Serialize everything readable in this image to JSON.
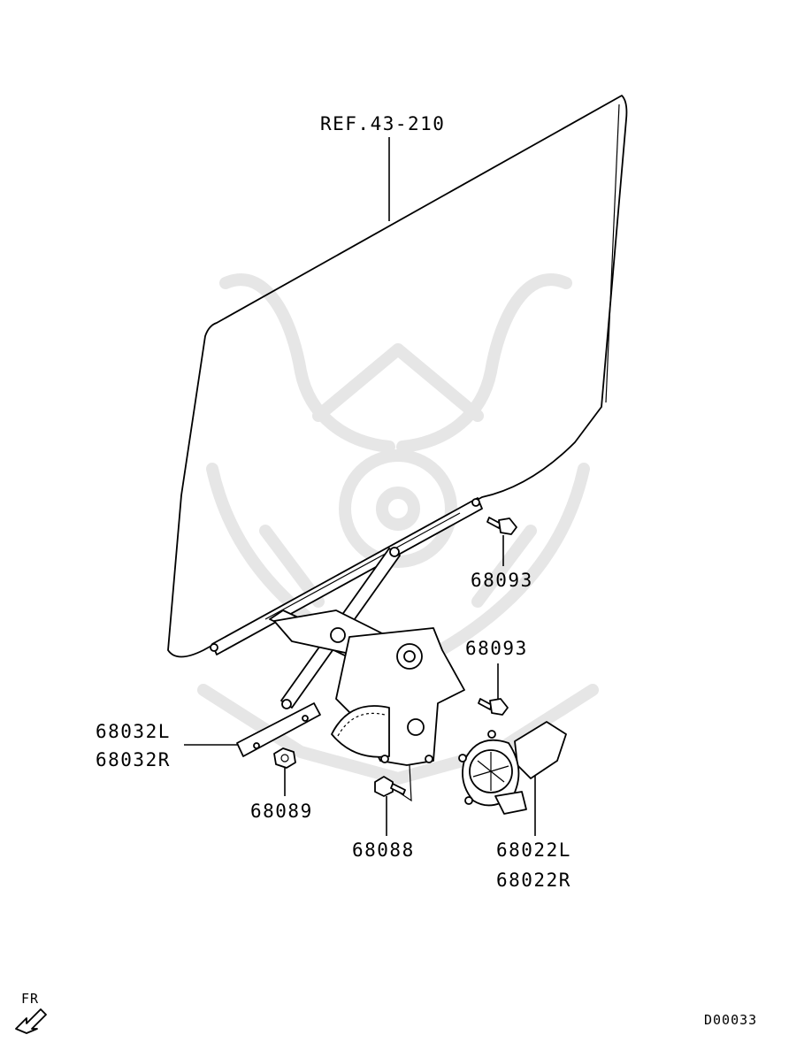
{
  "callouts": {
    "glass_ref": "REF.43-210",
    "bolt_upper": "68093",
    "bolt_lower": "68093",
    "guide_left": "68032L",
    "guide_right": "68032R",
    "nut": "68089",
    "bolt_regulator": "68088",
    "motor_left": "68022L",
    "motor_right": "68022R"
  },
  "front_indicator": "FR",
  "diagram_code": "D00033",
  "icons": {
    "front_arrow": "arrow-down-left-icon",
    "watermark": "samurai-helmet-logo"
  }
}
